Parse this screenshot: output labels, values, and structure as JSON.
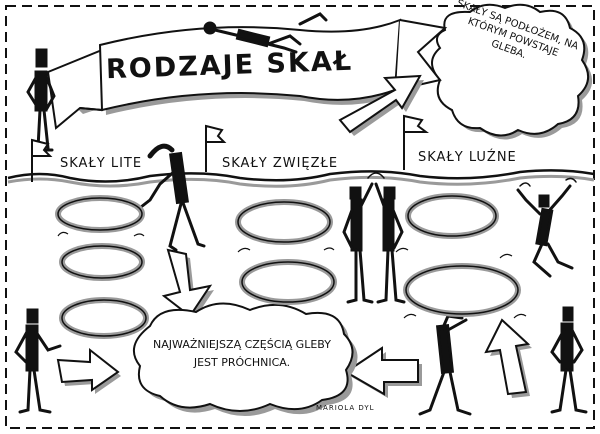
{
  "banner": {
    "title": "Rodzaje skał"
  },
  "categories": [
    {
      "label": "Skały lite"
    },
    {
      "label": "Skały zwięzłe"
    },
    {
      "label": "Skały luźne"
    }
  ],
  "note_top": {
    "text": "Skały są podłożem, na którym powstaje gleba."
  },
  "note_bottom": {
    "text": "Najważniejszą częścią gleby jest próchnica."
  },
  "author": {
    "signature": "Mariola Dyl"
  },
  "colors": {
    "ink": "#111111",
    "shadow": "#9a9a9a",
    "paper": "#ffffff"
  }
}
